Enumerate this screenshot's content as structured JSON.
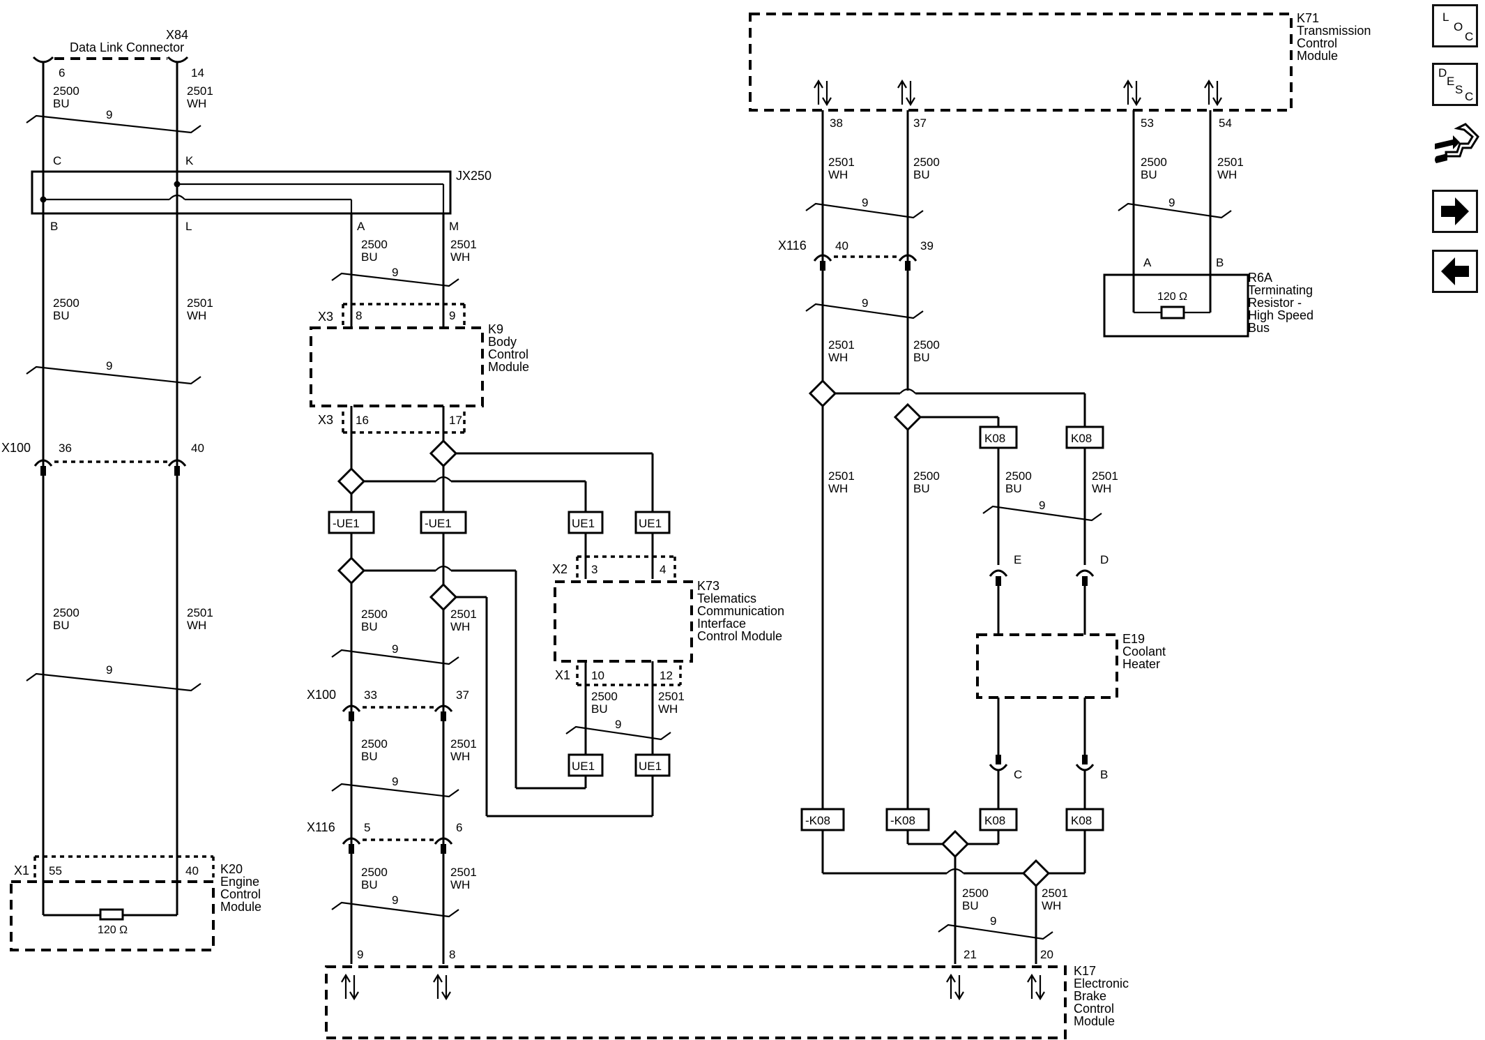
{
  "connectors": {
    "x84": {
      "name": "X84",
      "desc": "Data Link Connector",
      "pin_left": "6",
      "pin_right": "14",
      "pin_c": "C",
      "pin_k": "K"
    },
    "jx250": {
      "name": "JX250",
      "pin_b": "B",
      "pin_l": "L",
      "pin_a": "A",
      "pin_m": "M"
    },
    "x100_left": {
      "name": "X100",
      "pin_a": "36",
      "pin_b": "40"
    },
    "x100_mid": {
      "name": "X100",
      "pin_a": "33",
      "pin_b": "37"
    },
    "x116_mid": {
      "name": "X116",
      "pin_a": "5",
      "pin_b": "6"
    },
    "x116_right": {
      "name": "X116",
      "pin_a": "40",
      "pin_b": "39"
    },
    "x3_top": {
      "name": "X3",
      "pin_a": "8",
      "pin_b": "9"
    },
    "x3_bot": {
      "name": "X3",
      "pin_a": "16",
      "pin_b": "17"
    },
    "x2": {
      "name": "X2",
      "pin_a": "3",
      "pin_b": "4"
    },
    "x1_k73": {
      "name": "X1",
      "pin_a": "10",
      "pin_b": "12"
    },
    "x1_k20": {
      "name": "X1",
      "pin_a": "55",
      "pin_b": "40"
    }
  },
  "modules": {
    "k9": {
      "id": "K9",
      "l1": "Body",
      "l2": "Control",
      "l3": "Module"
    },
    "k20": {
      "id": "K20",
      "l1": "Engine",
      "l2": "Control",
      "l3": "Module",
      "res": "120 Ω"
    },
    "k73": {
      "id": "K73",
      "l1": "Telematics",
      "l2": "Communication",
      "l3": "Interface",
      "l4": "Control Module"
    },
    "k71": {
      "id": "K71",
      "l1": "Transmission",
      "l2": "Control",
      "l3": "Module",
      "pins": [
        "38",
        "37",
        "53",
        "54"
      ]
    },
    "r6a": {
      "id": "R6A",
      "l1": "Terminating",
      "l2": "Resistor -",
      "l3": "High Speed",
      "l4": "Bus",
      "pin_a": "A",
      "pin_b": "B",
      "res": "120 Ω"
    },
    "e19": {
      "id": "E19",
      "l1": "Coolant",
      "l2": "Heater",
      "pin_e": "E",
      "pin_d": "D",
      "pin_c": "C",
      "pin_b": "B"
    },
    "k17": {
      "id": "K17",
      "l1": "Electronic",
      "l2": "Brake",
      "l3": "Control",
      "l4": "Module",
      "pins": [
        "9",
        "8",
        "21",
        "20"
      ]
    }
  },
  "wires": {
    "bu_num": "2500",
    "bu_color": "BU",
    "wh_num": "2501",
    "wh_color": "WH",
    "twist": "9"
  },
  "options": {
    "neg_ue1": "-UE1",
    "ue1": "UE1",
    "k08": "K08",
    "neg_k08": "-K08"
  },
  "sidebar": {
    "loc": {
      "a": "L",
      "b": "O",
      "c": "C"
    },
    "desc": {
      "a": "D",
      "b": "E",
      "c": "S",
      "d": "C"
    },
    "icons": [
      "connector-repair-icon",
      "next-arrow-icon",
      "previous-arrow-icon"
    ]
  },
  "colors": {
    "line": "#000000",
    "background": "#ffffff"
  }
}
